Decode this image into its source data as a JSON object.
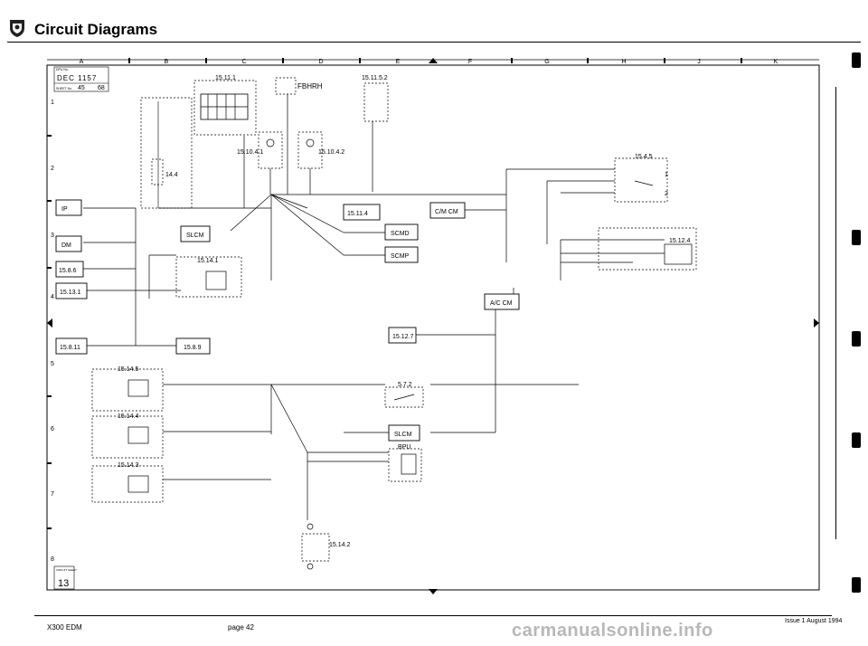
{
  "header": {
    "title": "Circuit Diagrams",
    "logo_icon": "jaguar-emblem-icon"
  },
  "sheet": {
    "date_label": "DPU No.",
    "date": "DEC 1157",
    "sheet_label": "SHEET No.",
    "sheet_no": "45",
    "sheet_of": "68",
    "circuit_label": "CIRCUIT SHEET",
    "circuit_no": "13"
  },
  "grid": {
    "columns": [
      "A",
      "B",
      "C",
      "D",
      "E",
      "F",
      "G",
      "H",
      "J",
      "K"
    ],
    "rows": [
      "1",
      "2",
      "3",
      "4",
      "5",
      "6",
      "7",
      "8"
    ]
  },
  "components": {
    "ip": "IP",
    "dm": "DM",
    "c1586": "15.8.6",
    "c15131": "15.13.1",
    "c15811": "15.8.11",
    "c1589": "15.8.9",
    "slcm_top": "SLCM",
    "slcm_mid": "SLCM",
    "c15114": "15.11.4",
    "scmd": "SCMD",
    "scmp": "SCMP",
    "cmcm": "C/M CM",
    "accm": "A/C CM",
    "c15127": "15.12.7",
    "fbhrh": "FBHRH"
  },
  "labels": {
    "c15111": "15.11.1",
    "c15115": "15.11.5.2",
    "c15104a": "15.10.4.1",
    "c15104b": "15.10.4.2",
    "c144": "14.4",
    "c15141": "15.14.1",
    "c1545": "15.4.5",
    "c15124": "15.12.4",
    "c15145": "15.14.5",
    "c15144": "15.14.4",
    "c15143": "15.14.3",
    "c572": "5.7.2",
    "bpu": "BPU",
    "c15142": "15.14.2",
    "pin1": "1",
    "pin2": "2"
  },
  "footer": {
    "left": "X300 EDM",
    "page": "page 42",
    "issue": "Issue 1 August 1994",
    "watermark": "carmanualsonline.info"
  }
}
